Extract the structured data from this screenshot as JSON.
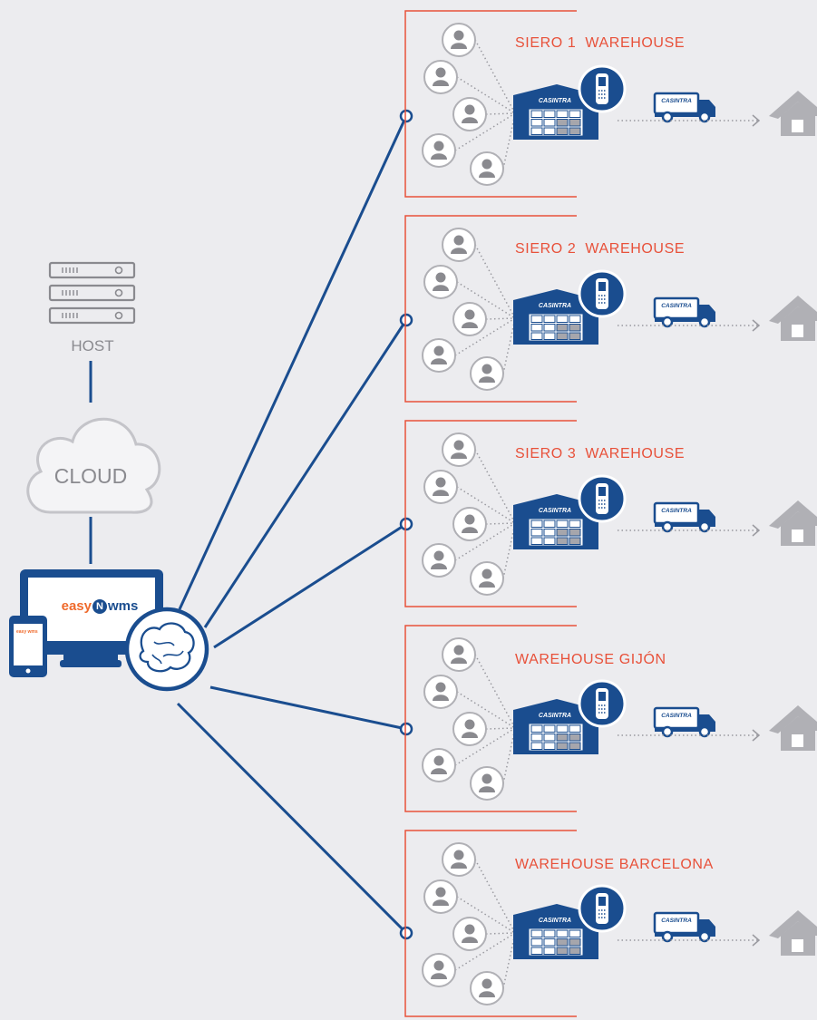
{
  "host": {
    "label": "HOST"
  },
  "cloud": {
    "label": "CLOUD"
  },
  "app": {
    "logo_easy": "easy",
    "logo_wms": "wms",
    "logo_mark": "N",
    "phone_logo": "easy wms"
  },
  "truck_brand": "CASINTRA",
  "warehouses": [
    {
      "title": "SIERO 1  WAREHOUSE"
    },
    {
      "title": "SIERO 2  WAREHOUSE"
    },
    {
      "title": "SIERO 3  WAREHOUSE"
    },
    {
      "title": "WAREHOUSE GIJÓN"
    },
    {
      "title": "WAREHOUSE BARCELONA"
    }
  ],
  "colors": {
    "background": "#ececef",
    "blue": "#1a4d8f",
    "accent_red": "#e8513a",
    "grey": "#b0b0b5",
    "dark_grey": "#8a8a8f"
  },
  "icons": [
    "server-icon",
    "cloud-icon",
    "monitor-icon",
    "phone-icon",
    "brain-icon",
    "user-icon",
    "warehouse-icon",
    "scanner-icon",
    "truck-icon",
    "house-icon"
  ]
}
